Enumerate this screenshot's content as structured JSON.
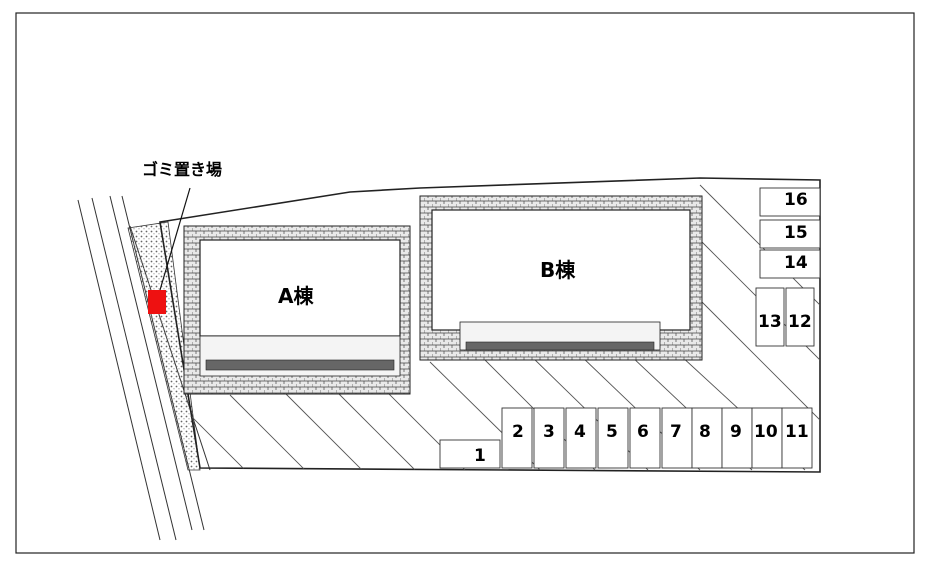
{
  "labels": {
    "gomi": "ゴミ置き場",
    "building_a": "A棟",
    "building_b": "B棟"
  },
  "parking": {
    "bottom_row": [
      "1",
      "2",
      "3",
      "4",
      "5",
      "6",
      "7",
      "8",
      "9",
      "10",
      "11"
    ],
    "right_pair": [
      "13",
      "12"
    ],
    "right_stack": [
      "16",
      "15",
      "14"
    ]
  },
  "colors": {
    "gomi_marker": "#ee1111",
    "line": "#222222",
    "hatch": "#555555"
  }
}
